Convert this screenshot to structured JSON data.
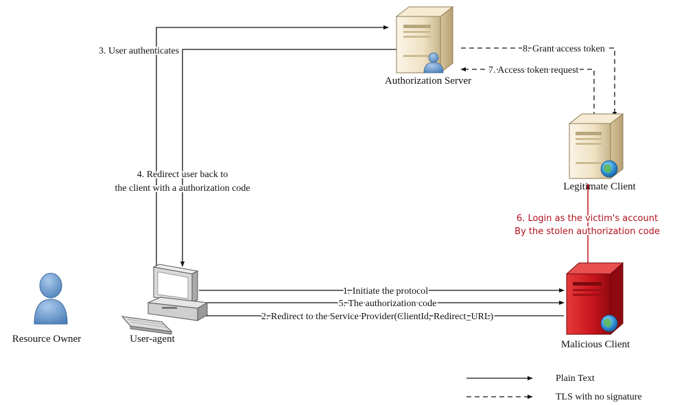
{
  "nodes": {
    "authorization_server": "Authorization Server",
    "legitimate_client": "Legitimate Client",
    "malicious_client": "Malicious Client",
    "user_agent": "User-agent",
    "resource_owner": "Resource Owner"
  },
  "steps": {
    "s1": "1. Initiate the protocol",
    "s2": "2. Redirect to the Service Provider(ClientId, Redirect_URL)",
    "s3": "3. User authenticates",
    "s4_line1": "4. Redirect user back to",
    "s4_line2": "the client with a authorization code",
    "s5": "5. The authorization code",
    "s6_line1": "6. Login as the victim's account",
    "s6_line2": "By the stolen authorization code",
    "s7": "7. Access token request",
    "s8": "8. Grant access token"
  },
  "legend": {
    "plain_text": "Plain Text",
    "tls_no_signature": "TLS with  no signature"
  },
  "colors": {
    "attack_red": "#b0101a",
    "server_beige": "#efe2c4",
    "malicious_red": "#c8141c",
    "user_blue": "#6f9fd0"
  },
  "icons": {
    "authorization_server": "server-with-user-icon",
    "legitimate_client": "server-with-globe-icon",
    "malicious_client": "red-server-with-globe-icon",
    "user_agent": "desktop-computer-icon",
    "resource_owner": "person-icon"
  }
}
